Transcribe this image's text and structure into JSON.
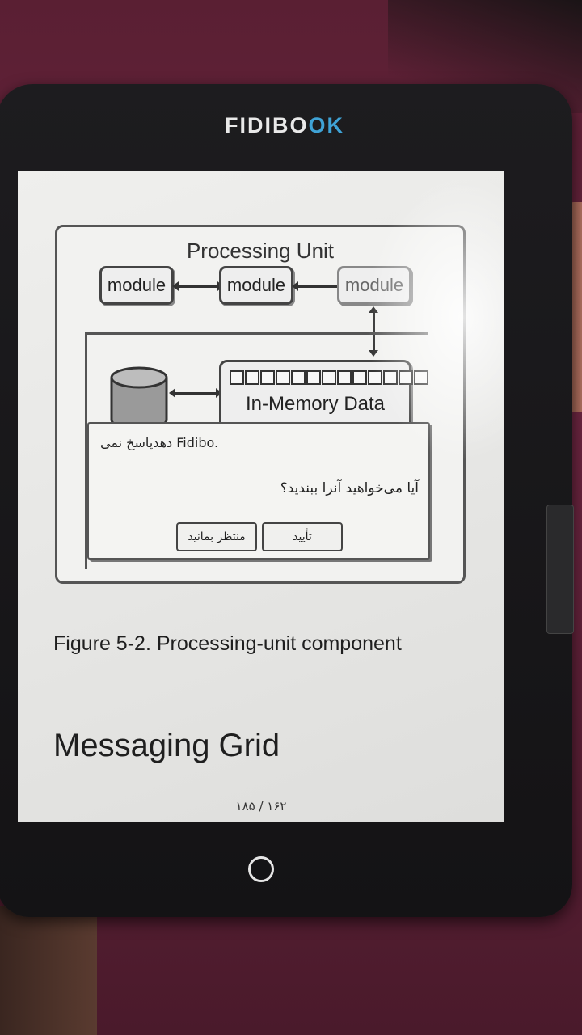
{
  "device": {
    "brand_main": "FIDIBO",
    "brand_accent": "OK",
    "accent_color": "#3fa3d6"
  },
  "figure": {
    "title": "Processing Unit",
    "modules": [
      "module",
      "module",
      "module"
    ],
    "memory_label": "In-Memory Data"
  },
  "dialog": {
    "message": "دهدپاسخ نمی Fidibo.",
    "question": "آیا می‌خواهید آنرا ببندید؟",
    "wait_label": "منتظر بمانید",
    "confirm_label": "تأیید"
  },
  "page": {
    "caption": "Figure 5-2. Processing-unit component",
    "heading": "Messaging Grid",
    "page_number": "۱۸۵ / ۱۶۲"
  }
}
